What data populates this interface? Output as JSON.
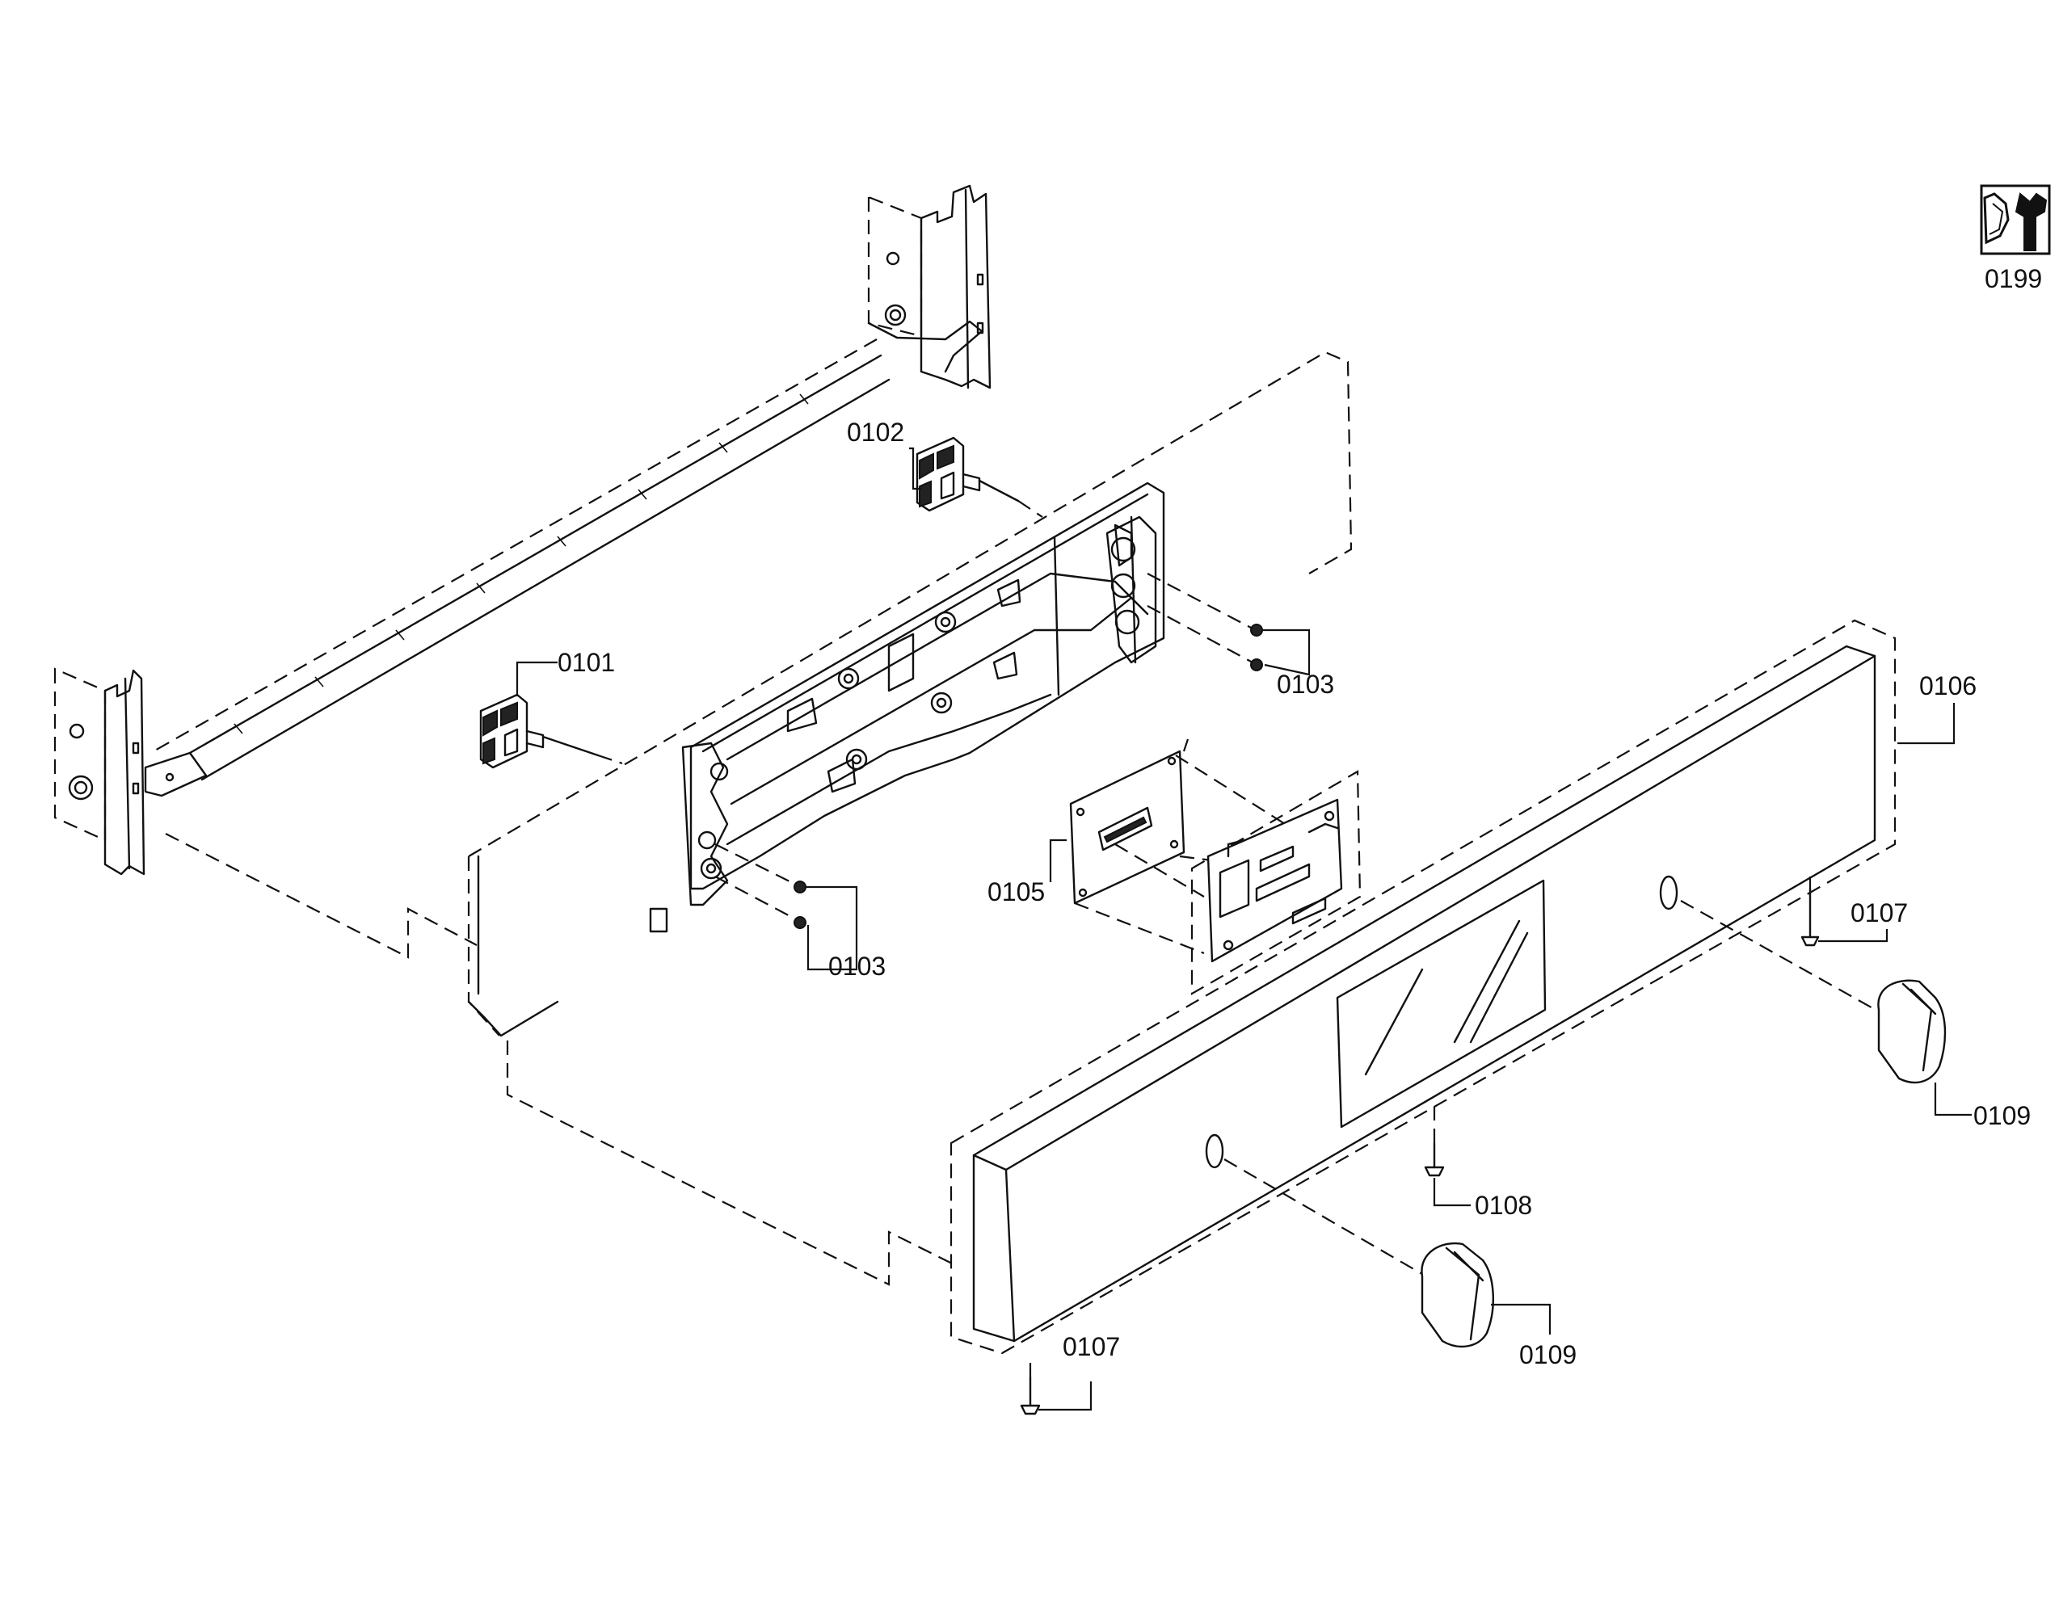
{
  "diagram": {
    "type": "exploded-parts-view",
    "callouts": {
      "p0101": "0101",
      "p0102": "0102",
      "p0103_upper": "0103",
      "p0103_lower": "0103",
      "p0105": "0105",
      "p0106": "0106",
      "p0107_right": "0107",
      "p0107_left": "0107",
      "p0108": "0108",
      "p0109_right": "0109",
      "p0109_left": "0109",
      "p0199": "0199"
    },
    "icons": {
      "service_kit": "nut-and-wrench-icon"
    }
  }
}
